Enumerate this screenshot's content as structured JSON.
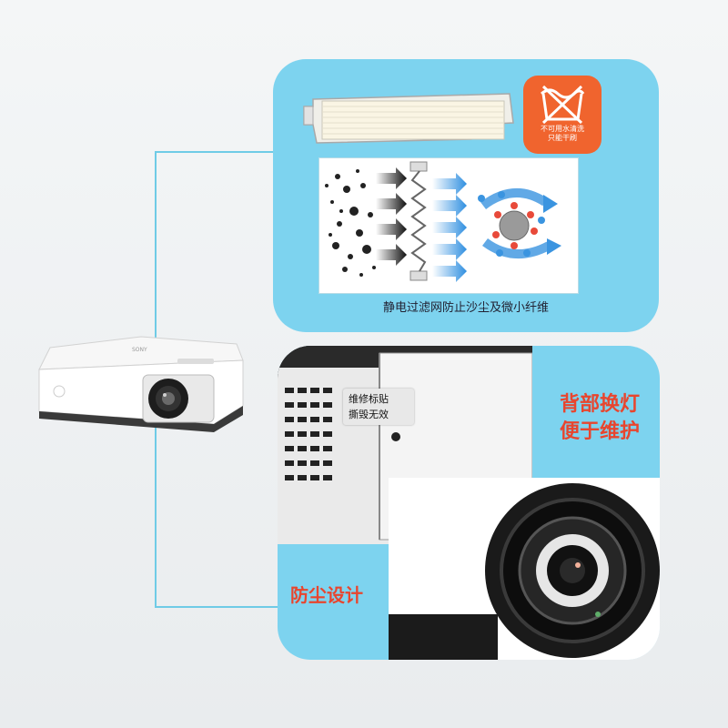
{
  "filter_panel": {
    "badge_line1": "不可用水清洗",
    "badge_line2": "只能干刷",
    "caption": "静电过滤网防止沙尘及微小纤维"
  },
  "feature_panel": {
    "sticker_line1": "维修标贴",
    "sticker_line2": "撕毁无效",
    "rear_label_line1": "背部换灯",
    "rear_label_line2": "便于维护",
    "dust_label": "防尘设计"
  },
  "colors": {
    "panel_blue": "#7dd3ef",
    "accent_red": "#e8452e",
    "badge_orange": "#f0642e"
  }
}
